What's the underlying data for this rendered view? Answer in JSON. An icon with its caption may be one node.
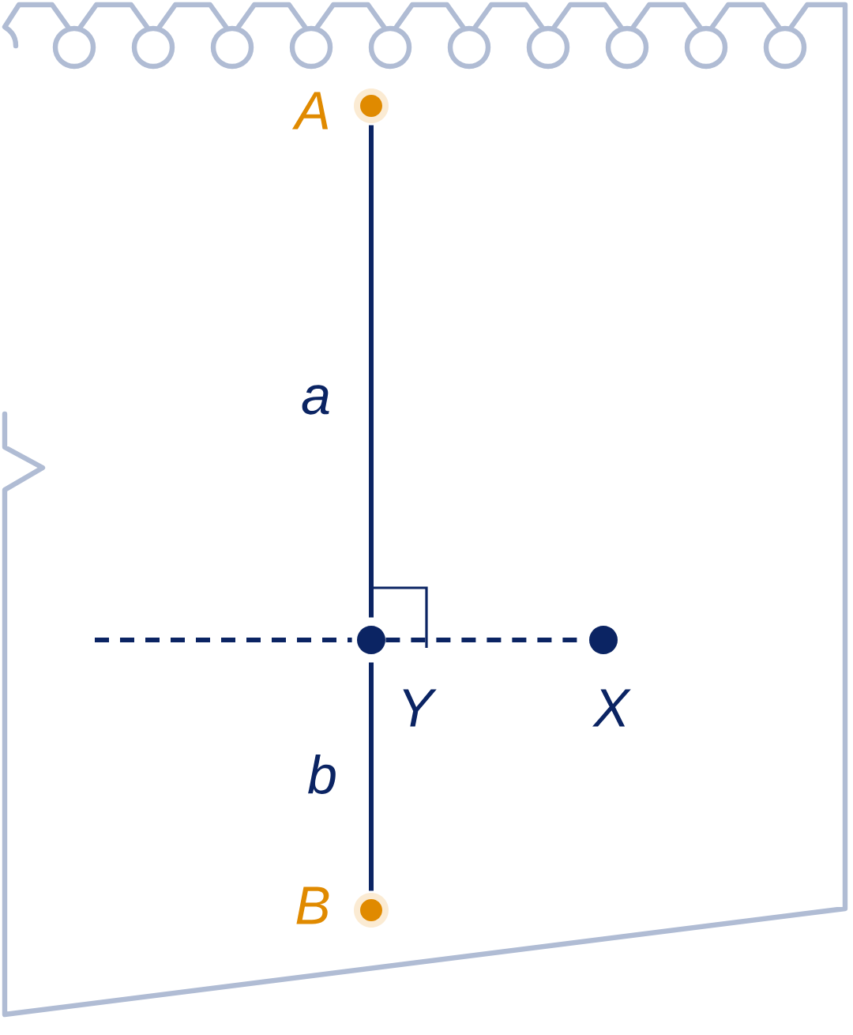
{
  "diagram": {
    "nodes": [
      {
        "text": [],
        "shape": "circle",
        "beside": [
          "A"
        ]
      },
      {
        "text": [],
        "shape": "circle",
        "beside": [
          "Y"
        ]
      },
      {
        "text": [],
        "shape": "circle",
        "beside": [
          "X"
        ]
      },
      {
        "text": [],
        "shape": "circle",
        "beside": [
          "B"
        ]
      }
    ],
    "edges": [
      {
        "from": 0,
        "to": 1,
        "arrow": "none",
        "label": "a"
      },
      {
        "from": 1,
        "to": 3,
        "arrow": "none",
        "label": "b"
      },
      {
        "from": null,
        "to": 1,
        "arrow": "none",
        "style": "dashed"
      },
      {
        "from": 1,
        "to": 2,
        "arrow": "none",
        "style": "dashed"
      }
    ]
  }
}
